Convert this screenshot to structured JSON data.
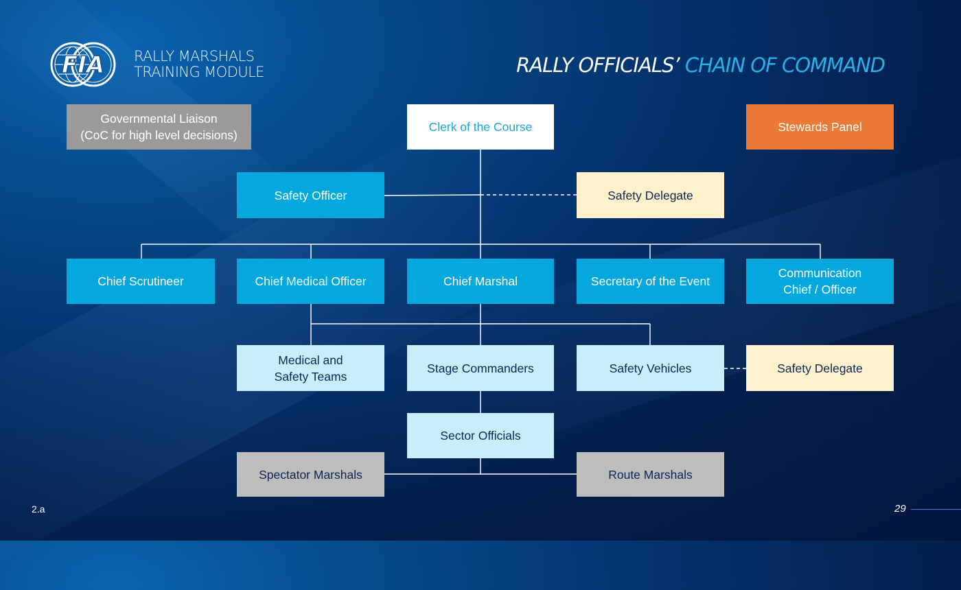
{
  "header": {
    "module_line1": "RALLY MARSHALS",
    "module_line2": "TRAINING MODULE",
    "title_part1": "RALLY OFFICIALS’",
    "title_part2": "CHAIN OF COMMAND",
    "logo_text": "FIA"
  },
  "nodes": {
    "governmental_liaison": "Governmental Liaison\n(CoC for high level decisions)",
    "clerk_of_course": "Clerk of the Course",
    "stewards_panel": "Stewards Panel",
    "safety_officer": "Safety Officer",
    "safety_delegate_top": "Safety Delegate",
    "chief_scrutineer": "Chief Scrutineer",
    "chief_medical_officer": "Chief Medical Officer",
    "chief_marshal": "Chief Marshal",
    "secretary_event": "Secretary of the Event",
    "communication_chief": "Communication\nChief / Officer",
    "medical_safety_teams": "Medical and\nSafety Teams",
    "stage_commanders": "Stage Commanders",
    "safety_vehicles": "Safety Vehicles",
    "safety_delegate_bottom": "Safety Delegate",
    "sector_officials": "Sector Officials",
    "spectator_marshals": "Spectator Marshals",
    "route_marshals": "Route Marshals"
  },
  "footer": {
    "section_code": "2.a",
    "page_number": "29"
  },
  "colors": {
    "primary_blue": "#04a8dc",
    "light_blue": "#c9eefb",
    "orange": "#ea7a35",
    "cream": "#fff1cc",
    "gray": "#bdbdbd",
    "title_accent": "#29b0e8"
  }
}
